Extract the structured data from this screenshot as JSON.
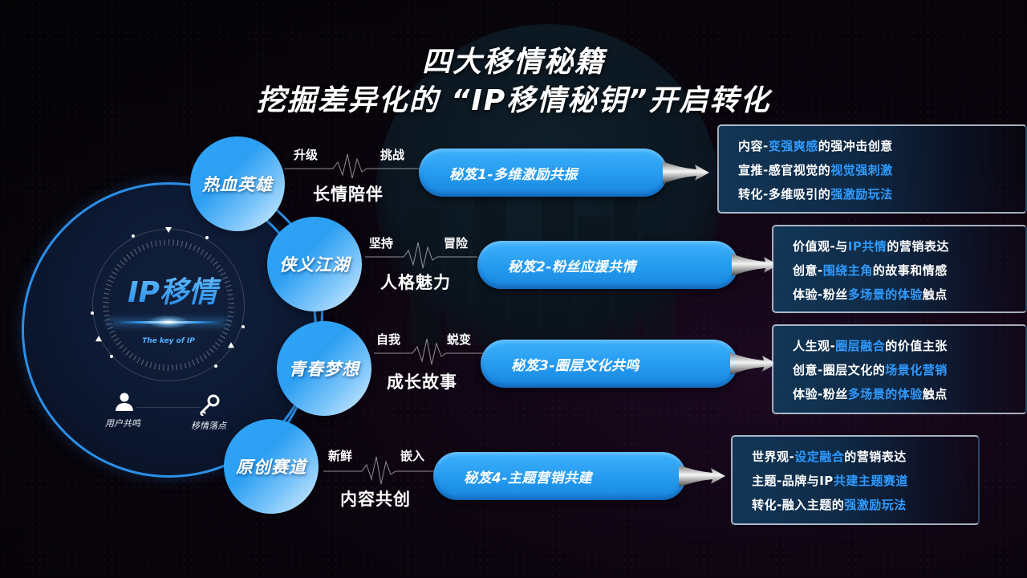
{
  "title": {
    "line1": "四大移情秘籍",
    "line2": "挖掘差异化的 “IP移情秘钥”开启转化"
  },
  "center": {
    "title": "IP移情",
    "subtitle": "The key of IP",
    "icons": [
      {
        "icon": "user-icon",
        "label": "用户共鸣"
      },
      {
        "icon": "key-icon",
        "label": "移情落点"
      }
    ]
  },
  "colors": {
    "accent": "#2b8fe8",
    "highlight": "#2f9bff",
    "pill": "#2298ee"
  },
  "rows": [
    {
      "bubble": "热血英雄",
      "kw_left": "升级",
      "kw_right": "挑战",
      "trait": "长情陪伴",
      "pill": "秘笈1-多维激励共振",
      "card": [
        {
          "pre": "内容-",
          "hl": "变强爽感",
          "post": "的强冲击创意"
        },
        {
          "pre": "宣推-感官视觉的",
          "hl": "视觉强刺激",
          "post": ""
        },
        {
          "pre": "转化-多维吸引的",
          "hl": "强激励玩法",
          "post": ""
        }
      ]
    },
    {
      "bubble": "侠义江湖",
      "kw_left": "坚持",
      "kw_right": "冒险",
      "trait": "人格魅力",
      "pill": "秘笈2-粉丝应援共情",
      "card": [
        {
          "pre": "价值观-与",
          "hl": "IP共情",
          "post": "的营销表达"
        },
        {
          "pre": "创意-",
          "hl": "围绕主角",
          "post": "的故事和情感"
        },
        {
          "pre": "体验-粉丝",
          "hl": "多场景的体验",
          "post": "触点"
        }
      ]
    },
    {
      "bubble": "青春梦想",
      "kw_left": "自我",
      "kw_right": "蜕变",
      "trait": "成长故事",
      "pill": "秘笈3-圈层文化共鸣",
      "card": [
        {
          "pre": "人生观-",
          "hl": "圈层融合",
          "post": "的价值主张"
        },
        {
          "pre": "创意-圈层文化的",
          "hl": "场景化营销",
          "post": ""
        },
        {
          "pre": "体验-粉丝",
          "hl": "多场景的体验",
          "post": "触点"
        }
      ]
    },
    {
      "bubble": "原创赛道",
      "kw_left": "新鲜",
      "kw_right": "嵌入",
      "trait": "内容共创",
      "pill": "秘笈4-主题营销共建",
      "card": [
        {
          "pre": "世界观-",
          "hl": "设定融合",
          "post": "的营销表达"
        },
        {
          "pre": "主题-品牌与IP",
          "hl": "共建主题赛道",
          "post": ""
        },
        {
          "pre": "转化-融入主题的",
          "hl": "强激励玩法",
          "post": ""
        }
      ]
    }
  ]
}
